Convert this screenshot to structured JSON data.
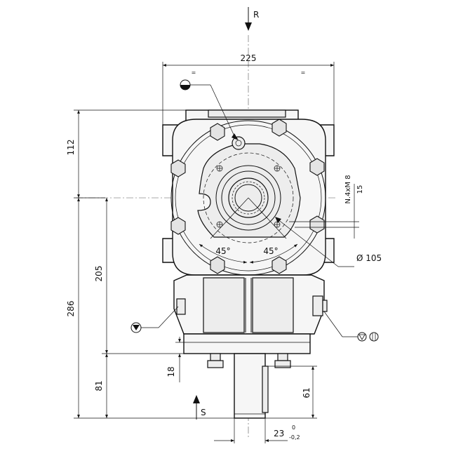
{
  "labels": {
    "input_shaft": "R",
    "output_shaft": "S"
  },
  "dimensions": {
    "width": "225",
    "top_height": "112",
    "total_height": "286",
    "center_height": "205",
    "bottom_height": "81",
    "flange_thickness": "18",
    "shaft_length": "61",
    "shaft_diameter": "23",
    "tol_upper": "0",
    "tol_lower": "-0,2",
    "circle_diameter": "Ø 105",
    "thread_spec": "N.4xM 8",
    "thread_depth": "15",
    "angle_left": "45°",
    "angle_right": "45°",
    "equal_left": "=",
    "equal_right": "="
  },
  "symbols": {
    "oil_fill": "oil-level-half-circle",
    "oil_drain": "triangle-in-circle",
    "oil_breather": "drain-vent-symbol"
  }
}
